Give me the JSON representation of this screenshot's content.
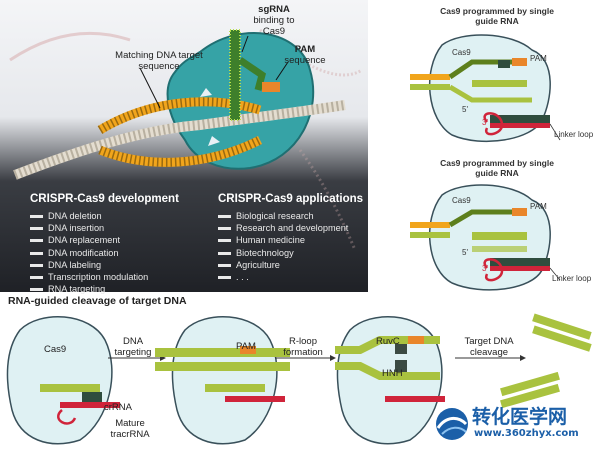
{
  "top_left": {
    "labels": {
      "matching_dna": "Matching DNA target sequence",
      "sgrna_bold": "sgRNA",
      "sgrna_rest": "binding to Cas9",
      "pam_bold": "PAM",
      "pam_rest": "sequence"
    },
    "development": {
      "title": "CRISPR-Cas9 development",
      "items": [
        "DNA deletion",
        "DNA insertion",
        "DNA replacement",
        "DNA modification",
        "DNA labeling",
        "Transcription modulation",
        "RNA targeting"
      ]
    },
    "applications": {
      "title": "CRISPR-Cas9 applications",
      "items": [
        "Biological research",
        "Research and development",
        "Human medicine",
        "Biotechnology",
        "Agriculture",
        ". . ."
      ]
    }
  },
  "right_top": {
    "title": "Cas9 programmed by single guide RNA",
    "cas9": "Cas9",
    "pam": "PAM",
    "five_prime": "5'",
    "three_prime": "3'",
    "linker": "Linker loop"
  },
  "right_bottom": {
    "title": "Cas9 programmed by single guide RNA",
    "cas9": "Cas9",
    "pam": "PAM",
    "five_prime": "5'",
    "three_prime": "3'",
    "linker": "Linker loop"
  },
  "bottom": {
    "title": "RNA-guided cleavage of target DNA",
    "cas9": "Cas9",
    "crrna": "crRNA",
    "tracrrna": "Mature tracrRNA",
    "step1": "DNA targeting",
    "pam": "PAM",
    "step2": "R-loop formation",
    "ruvc": "RuvC",
    "hnh": "HNH",
    "step3": "Target DNA cleavage"
  },
  "logo": {
    "name": "转化医学网",
    "url": "www.360zhyx.com"
  },
  "colors": {
    "dna_green": "#a9c23f",
    "dna_dark_green": "#5d7f1c",
    "dna_orange": "#f1a51c",
    "rna_red": "#d0243a",
    "rna_dark": "#2f4d3e",
    "cas9_fill": "#dff1f3",
    "cas9_stroke": "#39505a",
    "pam_orange": "#e9862a",
    "logo_blue": "#1b5fa8"
  }
}
